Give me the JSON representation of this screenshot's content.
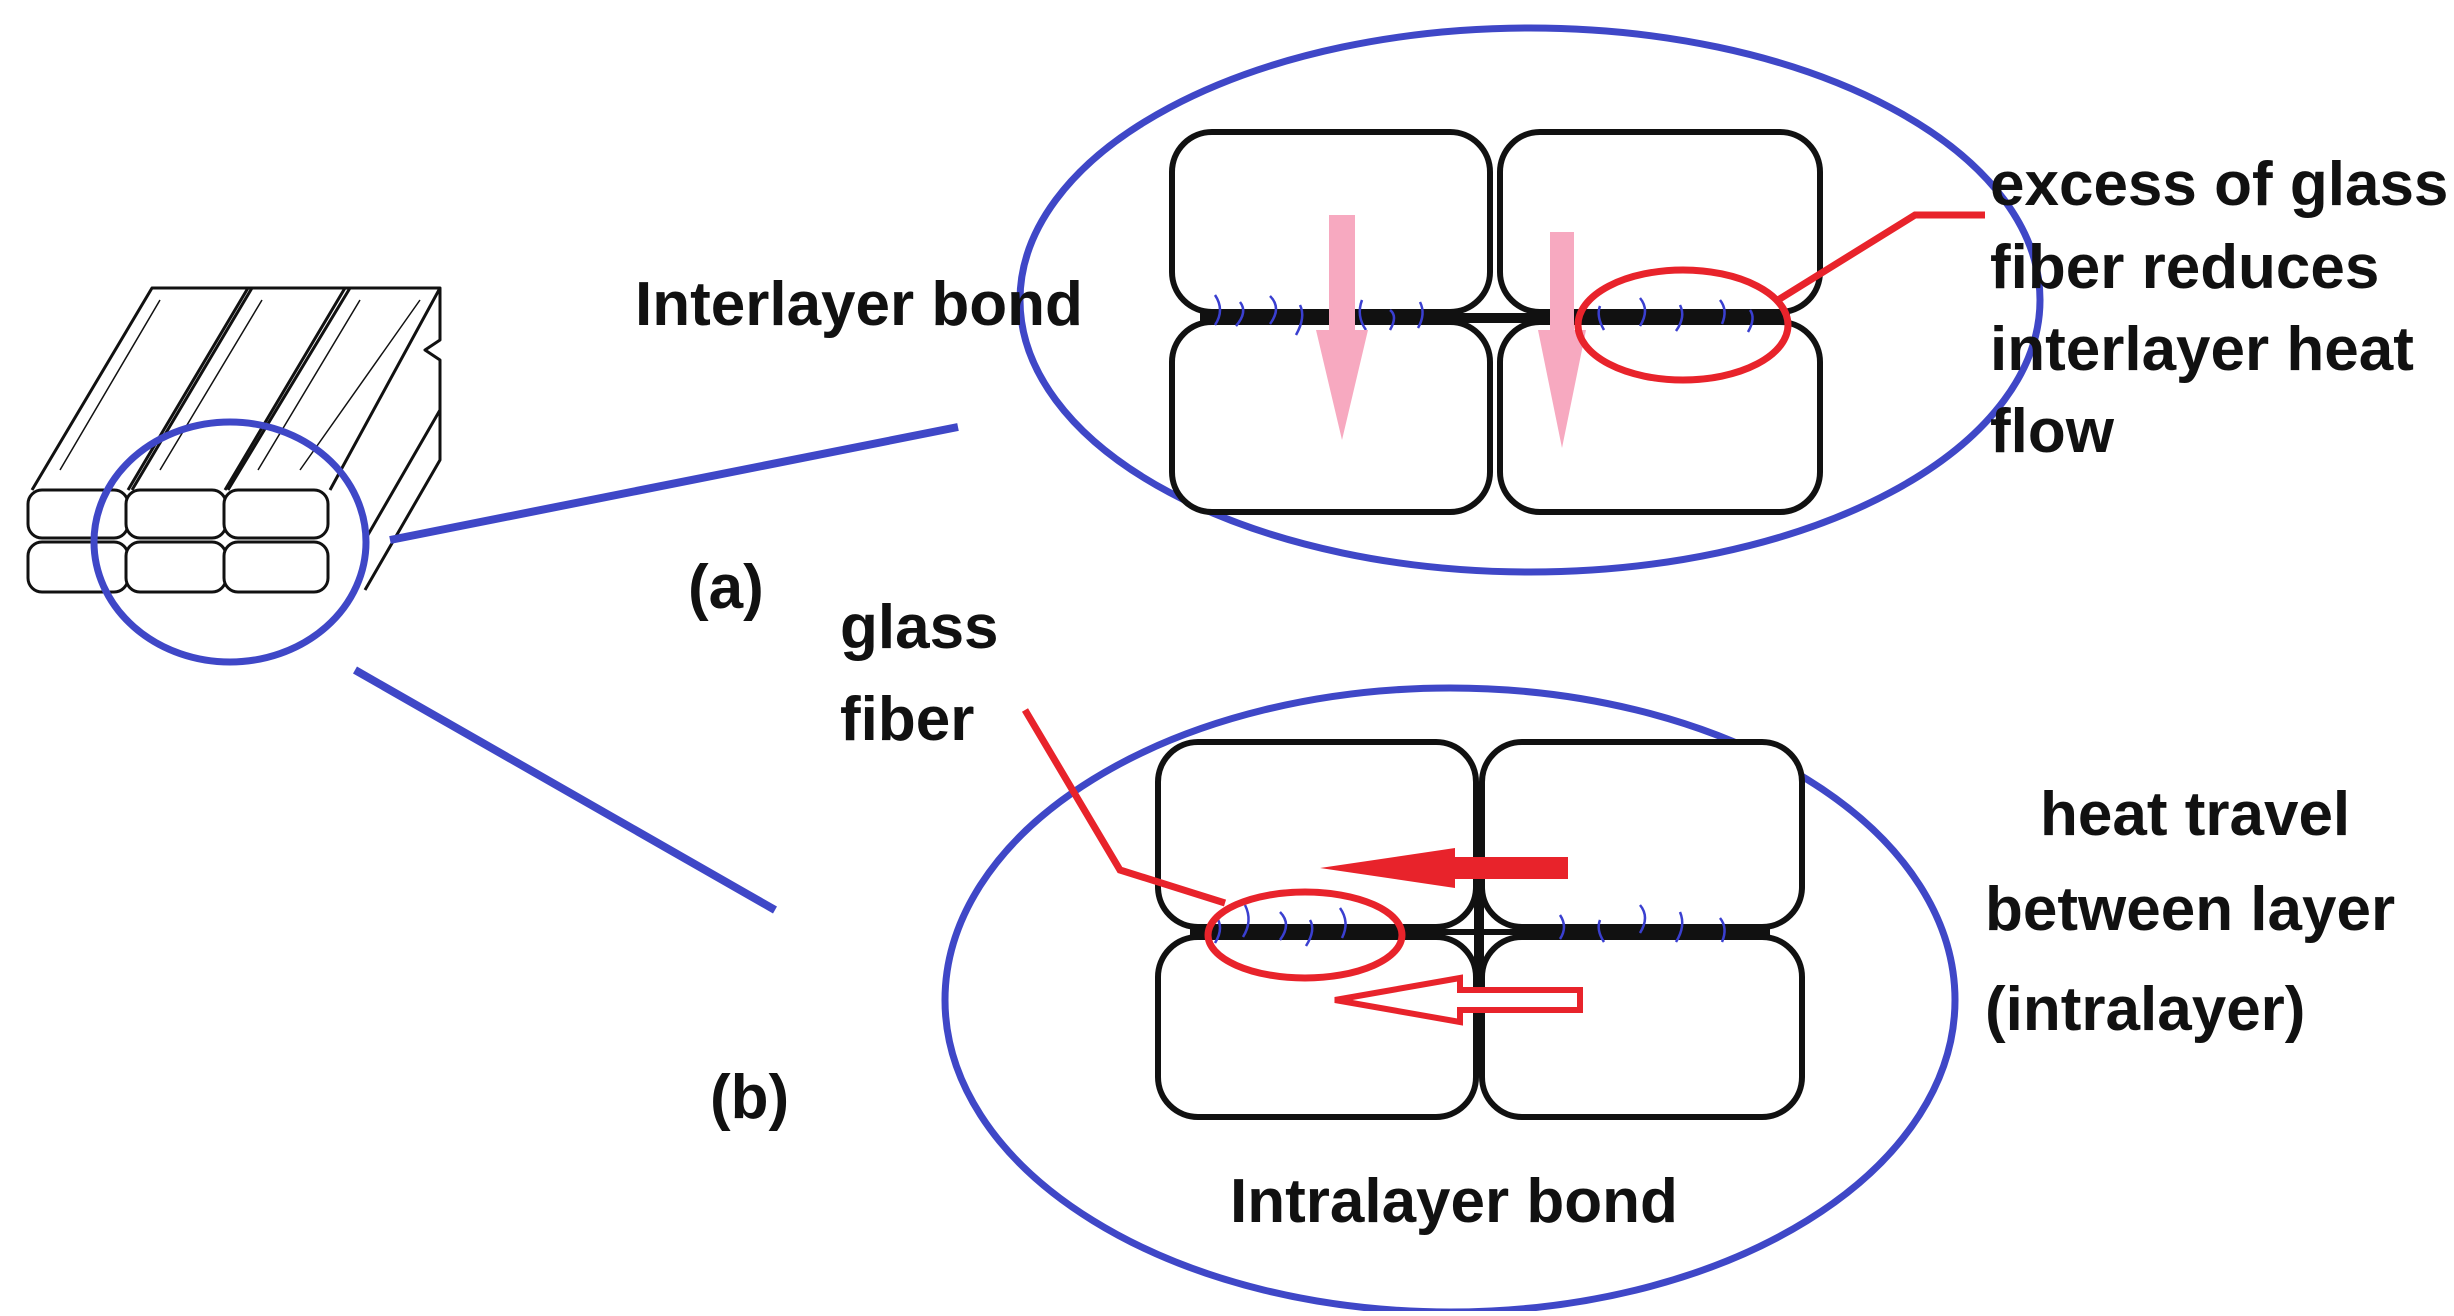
{
  "labels": {
    "panel_a": "(a)",
    "panel_b": "(b)",
    "interlayer_title": "Interlayer bond",
    "intralayer_title": "Intralayer bond",
    "excess_note": [
      "excess of glass",
      "fiber reduces",
      "interlayer heat",
      "flow"
    ],
    "glass_fiber": [
      "glass",
      "fiber"
    ],
    "heat_travel": [
      "heat travel",
      "between layer",
      "(intralayer)"
    ]
  },
  "colors": {
    "outline_blue": "#3f47c7",
    "annotation_red": "#e8232b",
    "heat_arrow_pink": "#f7a9c0",
    "fiber_blue": "#3a3fd0",
    "bead_black": "#111111"
  }
}
